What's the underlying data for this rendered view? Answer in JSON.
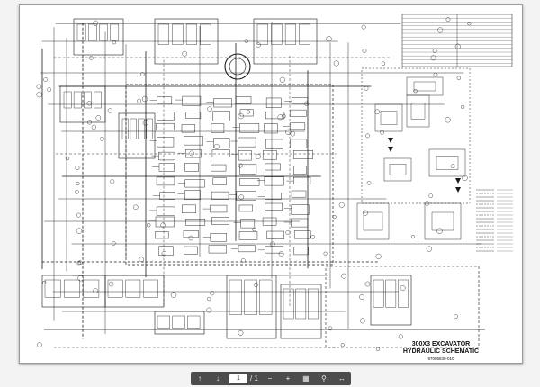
{
  "document": {
    "title_line1": "300X3 EXCAVATOR",
    "title_line2": "HYDRAULIC SCHEMATIC",
    "drawing_number": "97005839-010"
  },
  "toolbar": {
    "page_current": "1",
    "page_total": "/ 1",
    "icons": [
      "prev-icon",
      "next-icon",
      "page-indicator",
      "zoom-out-icon",
      "zoom-in-icon",
      "thumbnail-icon",
      "search-icon",
      "fit-width-icon"
    ]
  },
  "colors": {
    "ink": "#1a1a1a",
    "paper": "#ffffff",
    "toolbar": "#4c4c4c",
    "backdrop": "#f3f3f3"
  }
}
